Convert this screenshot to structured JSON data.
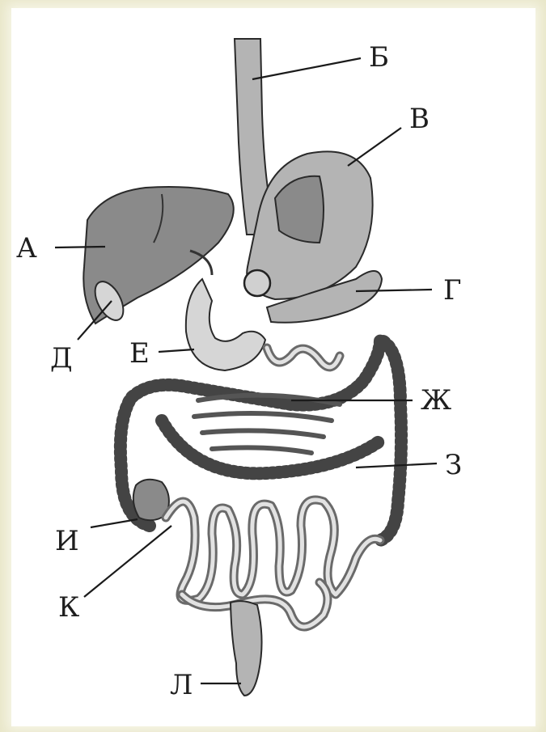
{
  "labels": {
    "a": "А",
    "b": "Б",
    "v": "В",
    "g": "Г",
    "d": "Д",
    "e": "Е",
    "zh": "Ж",
    "z": "З",
    "i": "И",
    "k": "К",
    "l": "Л"
  }
}
